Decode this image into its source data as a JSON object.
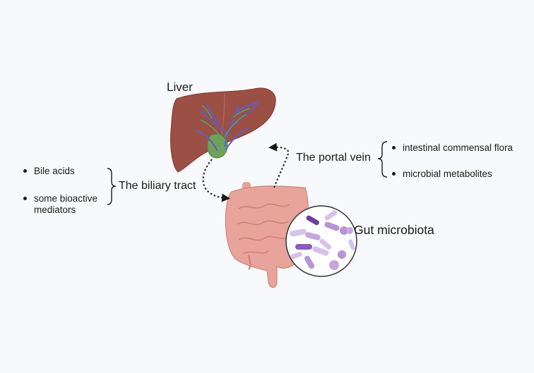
{
  "labels": {
    "liver": "Liver",
    "biliary_tract": "The biliary tract",
    "portal_vein": "The portal vein",
    "gut_microbiota": "Gut microbiota"
  },
  "biliary_items": [
    "Bile acids",
    "some bioactive mediators"
  ],
  "portal_items": [
    "intestinal commensal flora",
    "microbial metabolites"
  ],
  "colors": {
    "liver": "#9c4f44",
    "gallbladder": "#6fa15a",
    "vessels_blue": "#5b5fc9",
    "intestine": "#e8a39a",
    "bacteria": "#b893d6",
    "background": "#f8f9fc"
  }
}
